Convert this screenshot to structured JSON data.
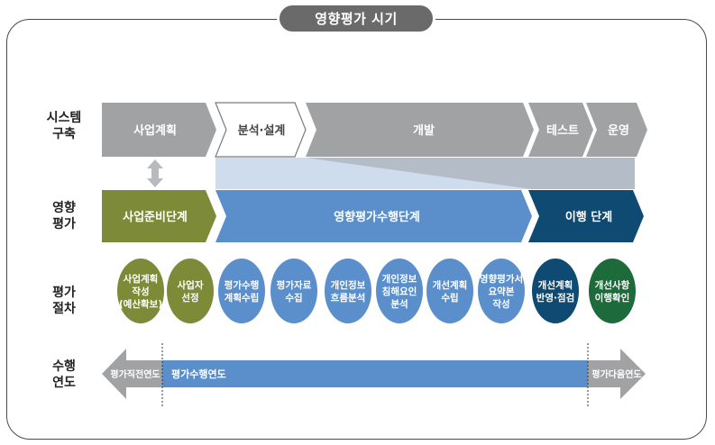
{
  "title": "영향평가 시기",
  "rows": {
    "system": "시스템\n구축",
    "assessment": "영향\n평가",
    "procedure": "평가\n절차",
    "year": "수행\n연도"
  },
  "system_phases": [
    "사업계획",
    "분석·설계",
    "개발",
    "테스트",
    "운영"
  ],
  "assessment_phases": [
    "사업준비단계",
    "영향평가수행단계",
    "이행 단계"
  ],
  "procedure_steps": [
    {
      "label": "사업계획\n작성\n(예산확보)",
      "color": "#7d8a37"
    },
    {
      "label": "사업자\n선정",
      "color": "#7d8a37"
    },
    {
      "label": "평가수행\n계획수립",
      "color": "#5b8fcc"
    },
    {
      "label": "평가자료\n수집",
      "color": "#5b8fcc"
    },
    {
      "label": "개인정보\n흐름분석",
      "color": "#5b8fcc"
    },
    {
      "label": "개인정보\n침해요인\n분석",
      "color": "#5b8fcc"
    },
    {
      "label": "개선계획\n수립",
      "color": "#5b8fcc"
    },
    {
      "label": "영향평가서\n요약본\n작성",
      "color": "#5b8fcc"
    },
    {
      "label": "개선계획\n반영·점검",
      "color": "#0f4a73"
    },
    {
      "label": "개선사항\n이행확인",
      "color": "#1d6b3a"
    }
  ],
  "years": {
    "prev": "평가직전연도",
    "current": "평가수행연도",
    "next": "평가다음연도"
  },
  "colors": {
    "gray": "#a0a2a4",
    "olive": "#7d8a37",
    "blue": "#5b8fcc",
    "navy": "#0f4a73",
    "lightblue": "#cfdcee"
  }
}
